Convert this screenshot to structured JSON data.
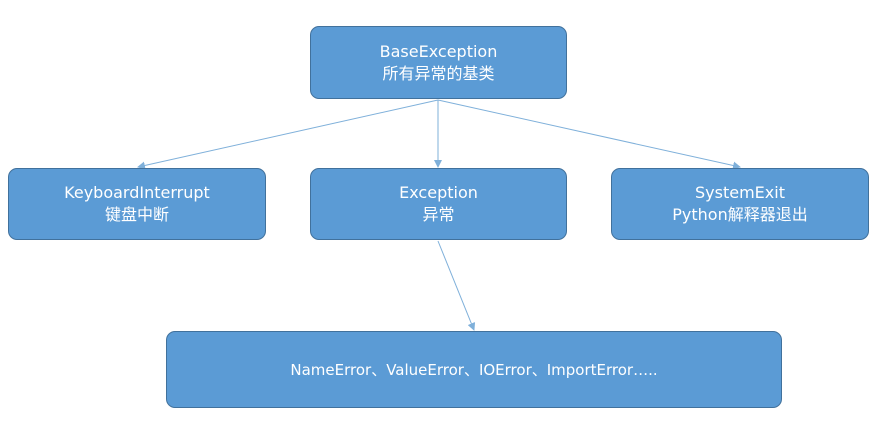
{
  "nodes": {
    "base": {
      "line1": "BaseException",
      "line2": "所有异常的基类"
    },
    "keyboard": {
      "line1": "KeyboardInterrupt",
      "line2": "键盘中断"
    },
    "exception": {
      "line1": "Exception",
      "line2": "异常"
    },
    "systemexit": {
      "line1": "SystemExit",
      "line2": "Python解释器退出"
    },
    "errors": {
      "line1": "NameError、ValueError、IOError、ImportError….."
    }
  },
  "edges": [
    {
      "from": "base",
      "to": "keyboard"
    },
    {
      "from": "base",
      "to": "exception"
    },
    {
      "from": "base",
      "to": "systemexit"
    },
    {
      "from": "exception",
      "to": "errors"
    }
  ],
  "colors": {
    "node_fill": "#5b9bd5",
    "node_border": "#41719c",
    "edge": "#7fb0da",
    "text": "#ffffff"
  }
}
